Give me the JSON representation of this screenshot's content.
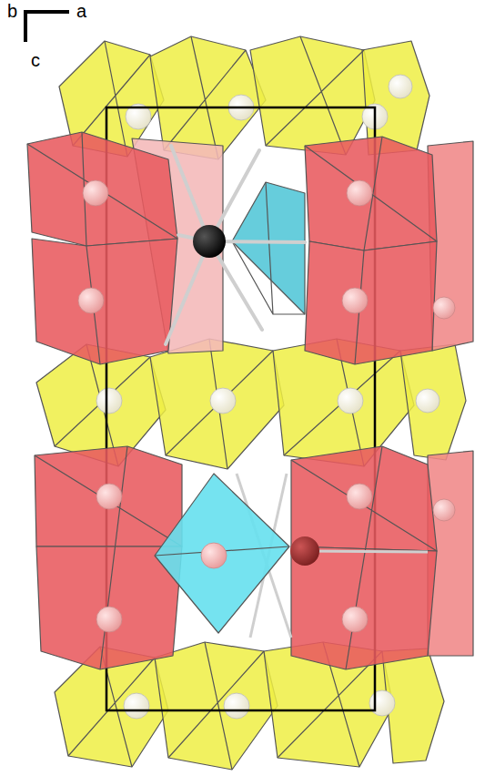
{
  "diagram": {
    "labels": [
      "b",
      "a",
      "c"
    ]
  }
}
